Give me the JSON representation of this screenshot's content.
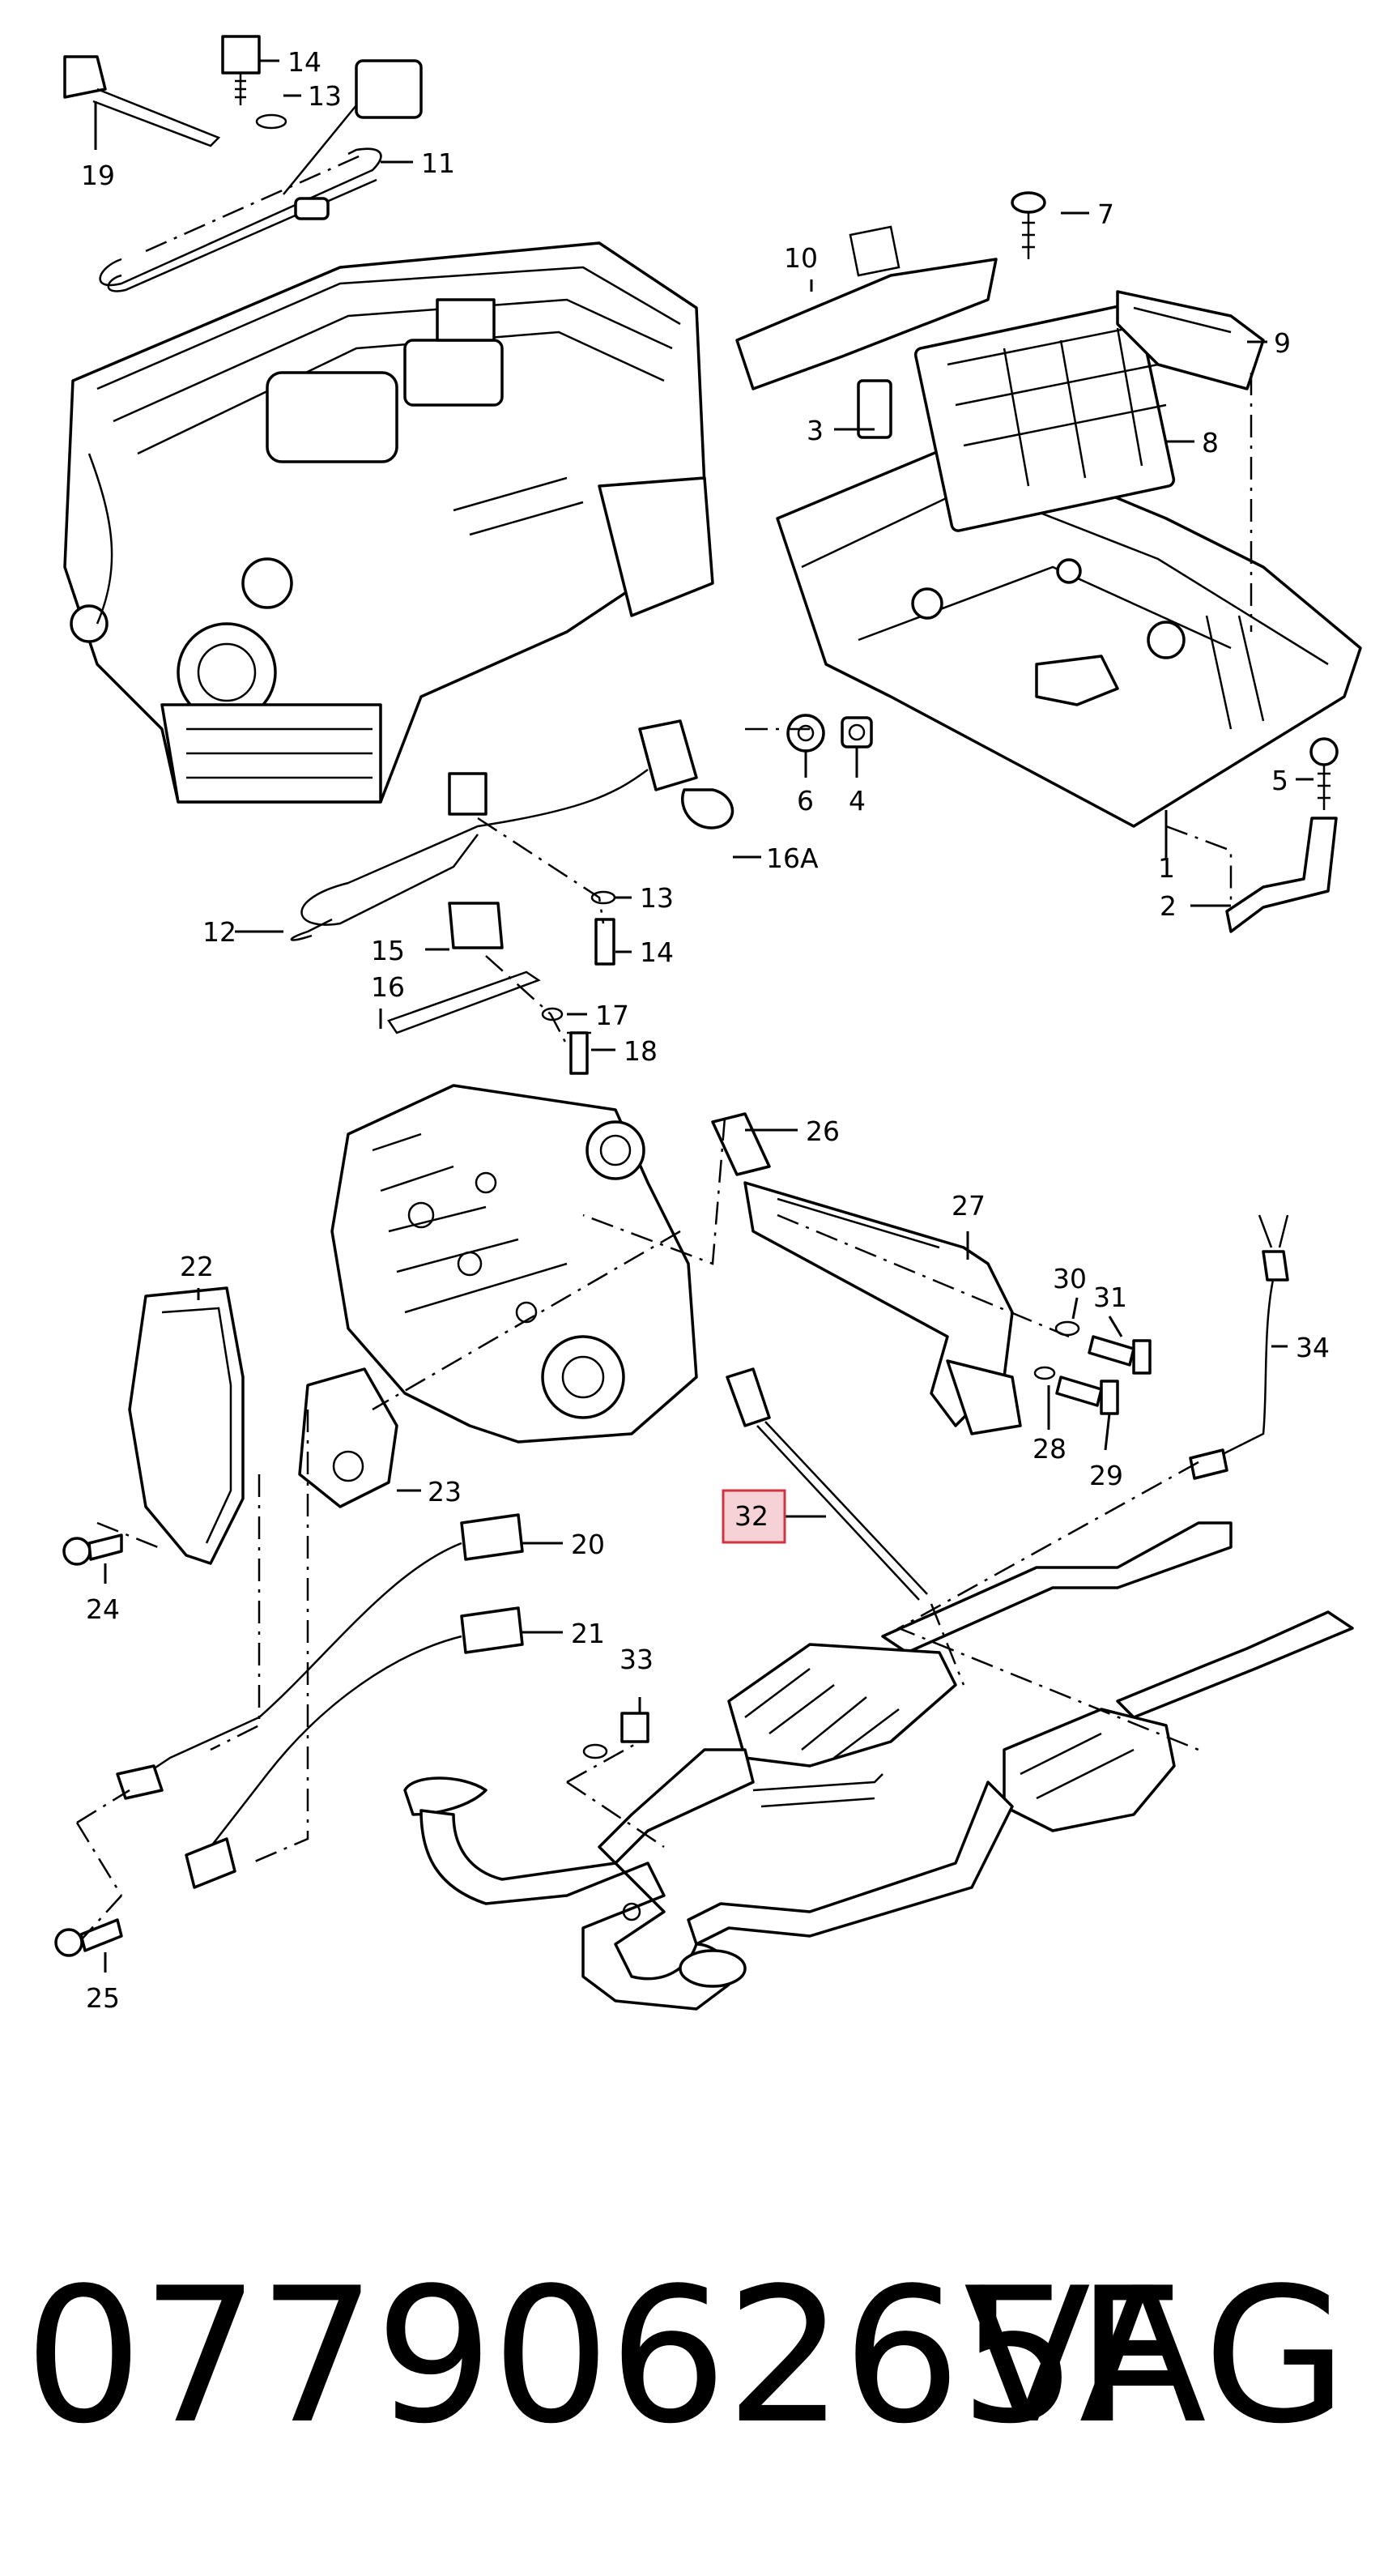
{
  "callouts": [
    {
      "id": "c1",
      "text": "1"
    },
    {
      "id": "c2",
      "text": "2"
    },
    {
      "id": "c3",
      "text": "3"
    },
    {
      "id": "c4",
      "text": "4"
    },
    {
      "id": "c5",
      "text": "5"
    },
    {
      "id": "c6",
      "text": "6"
    },
    {
      "id": "c7",
      "text": "7"
    },
    {
      "id": "c8",
      "text": "8"
    },
    {
      "id": "c9",
      "text": "9"
    },
    {
      "id": "c10",
      "text": "10"
    },
    {
      "id": "c11",
      "text": "11"
    },
    {
      "id": "c12",
      "text": "12"
    },
    {
      "id": "c13a",
      "text": "13"
    },
    {
      "id": "c13b",
      "text": "13"
    },
    {
      "id": "c14a",
      "text": "14"
    },
    {
      "id": "c14b",
      "text": "14"
    },
    {
      "id": "c15",
      "text": "15"
    },
    {
      "id": "c16",
      "text": "16"
    },
    {
      "id": "c16a",
      "text": "16A"
    },
    {
      "id": "c17",
      "text": "17"
    },
    {
      "id": "c18",
      "text": "18"
    },
    {
      "id": "c19",
      "text": "19"
    },
    {
      "id": "c20",
      "text": "20"
    },
    {
      "id": "c21",
      "text": "21"
    },
    {
      "id": "c22",
      "text": "22"
    },
    {
      "id": "c23",
      "text": "23"
    },
    {
      "id": "c24",
      "text": "24"
    },
    {
      "id": "c25",
      "text": "25"
    },
    {
      "id": "c26",
      "text": "26"
    },
    {
      "id": "c27",
      "text": "27"
    },
    {
      "id": "c28",
      "text": "28"
    },
    {
      "id": "c29",
      "text": "29"
    },
    {
      "id": "c30",
      "text": "30"
    },
    {
      "id": "c31",
      "text": "31"
    },
    {
      "id": "c32",
      "text": "32"
    },
    {
      "id": "c33",
      "text": "33"
    },
    {
      "id": "c34",
      "text": "34"
    }
  ],
  "highlighted_callout": "32",
  "highlight_color": "#f6d2d6",
  "highlight_border_color": "#d2343f",
  "footer": {
    "part_number": "077906265F",
    "brand": "VAG"
  }
}
